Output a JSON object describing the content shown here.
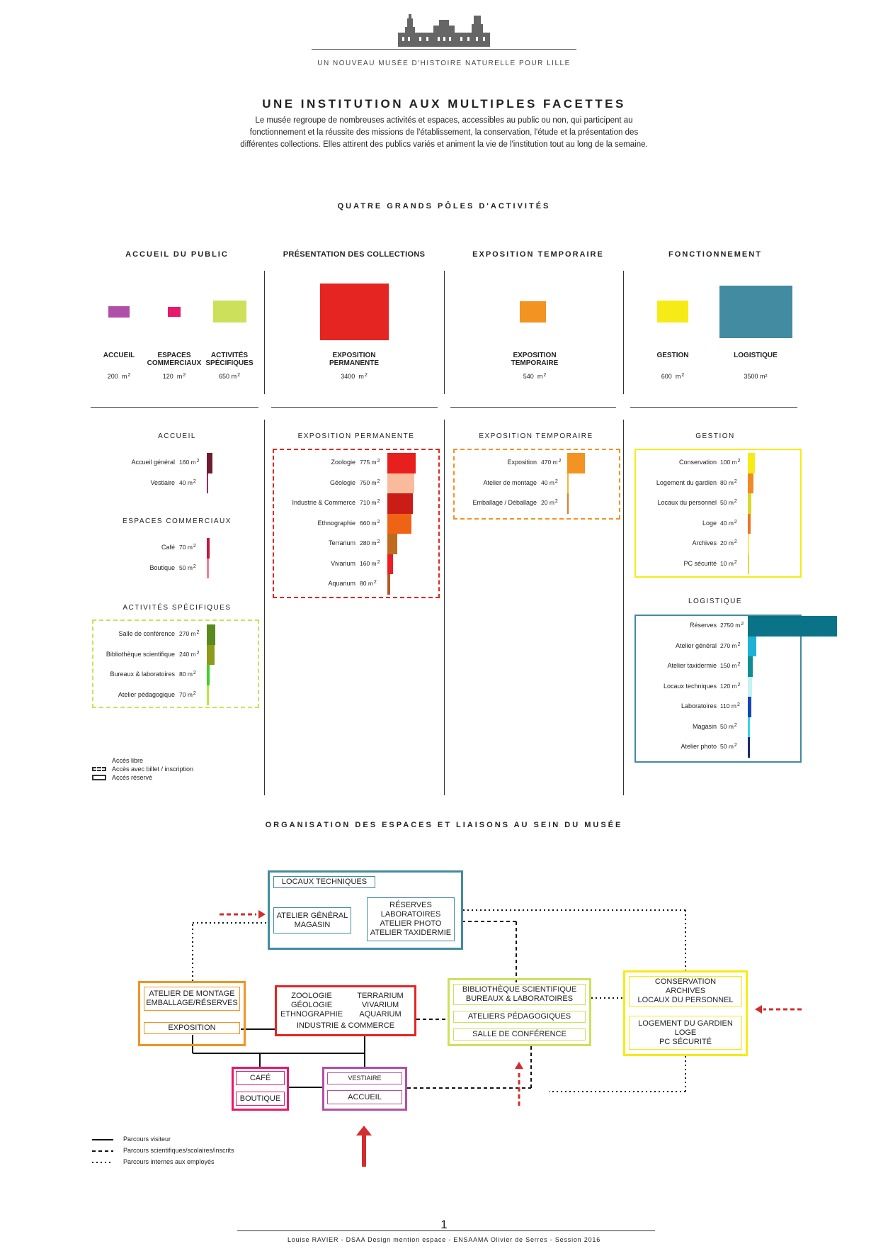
{
  "header": {
    "subtitle": "UN NOUVEAU MUSÉE D'HISTOIRE NATURELLE POUR LILLE"
  },
  "intro": {
    "title": "UNE INSTITUTION AUX MULTIPLES FACETTES",
    "text": "Le musée regroupe de nombreuses activités et espaces, accessibles au public ou non, qui participent au fonctionnement et la réussite des missions de l'établissement, la conservation, l'étude et la présentation des différentes collections. Elles attirent des publics variés et animent la vie de l'institution tout au long de la semaine."
  },
  "poles_title": "QUATRE GRANDS PÔLES D'ACTIVITÉS",
  "poles": [
    {
      "title": "ACCUEIL DU PUBLIC",
      "items": [
        {
          "label": "ACCUEIL",
          "area": "200",
          "unit": "m",
          "color": "#b04fa8"
        },
        {
          "label": "ESPACES COMMERCIAUX",
          "area": "120",
          "unit": "m",
          "color": "#e8196b"
        },
        {
          "label": "ACTIVITÉS SPÉCIFIQUES",
          "area": "650",
          "unit": "m",
          "color": "#cde05c"
        }
      ]
    },
    {
      "title": "PRÉSENTATION DES COLLECTIONS",
      "items": [
        {
          "label": "EXPOSITION PERMANENTE",
          "area": "3400",
          "unit": "m",
          "color": "#e52521"
        }
      ]
    },
    {
      "title": "EXPOSITION TEMPORAIRE",
      "items": [
        {
          "label": "EXPOSITION TEMPORAIRE",
          "area": "540",
          "unit": "m",
          "color": "#f29322"
        }
      ]
    },
    {
      "title": "FONCTIONNEMENT",
      "items": [
        {
          "label": "GESTION",
          "area": "600",
          "unit": "m",
          "color": "#f6eb16"
        },
        {
          "label": "LOGISTIQUE",
          "area": "3500",
          "unit": "m²",
          "color": "#428ba0"
        }
      ]
    }
  ],
  "sup2": "2",
  "details": {
    "accueil": {
      "title": "ACCUEIL",
      "rows": [
        {
          "label": "Accueil général",
          "value": "160 m",
          "size": 160,
          "color": "#6e1d31"
        },
        {
          "label": "Vestiaire",
          "value": "40 m",
          "size": 40,
          "color": "#9b2a6a"
        }
      ]
    },
    "commerciaux": {
      "title": "ESPACES COMMERCIAUX",
      "rows": [
        {
          "label": "Café",
          "value": "70 m",
          "size": 70,
          "color": "#c4183e"
        },
        {
          "label": "Boutique",
          "value": "50 m",
          "size": 50,
          "color": "#f07f94"
        }
      ]
    },
    "specifiques": {
      "title": "ACTIVITÉS SPÉCIFIQUES",
      "rows": [
        {
          "label": "Salle de conférence",
          "value": "270 m",
          "size": 270,
          "color": "#5a8a1e"
        },
        {
          "label": "Bibliothèque scientifique",
          "value": "240 m",
          "size": 240,
          "color": "#8e9a1a"
        },
        {
          "label": "Bureaux & laboratoires",
          "value": "80 m",
          "size": 80,
          "color": "#3fd22a"
        },
        {
          "label": "Atelier pédagogique",
          "value": "70 m",
          "size": 70,
          "color": "#b7e843"
        }
      ]
    },
    "permanente": {
      "title": "EXPOSITION PERMANENTE",
      "rows": [
        {
          "label": "Zoologie",
          "value": "775 m",
          "size": 775,
          "color": "#e8201d"
        },
        {
          "label": "Géologie",
          "value": "750 m",
          "size": 750,
          "color": "#f9bb9b"
        },
        {
          "label": "Industrie & Commerce",
          "value": "710 m",
          "size": 710,
          "color": "#c91d16"
        },
        {
          "label": "Ethnographie",
          "value": "660 m",
          "size": 660,
          "color": "#ef6315"
        },
        {
          "label": "Terrarium",
          "value": "280 m",
          "size": 280,
          "color": "#bf6a1e"
        },
        {
          "label": "Vivarium",
          "value": "160 m",
          "size": 160,
          "color": "#ee1c24"
        },
        {
          "label": "Aquarium",
          "value": "80 m",
          "size": 80,
          "color": "#b55a22"
        }
      ]
    },
    "temporaire": {
      "title": "EXPOSITION TEMPORAIRE",
      "rows": [
        {
          "label": "Exposition",
          "value": "470 m",
          "size": 470,
          "color": "#f29322"
        },
        {
          "label": "Atelier de montage",
          "value": "40 m",
          "size": 40,
          "color": "#f6b53c"
        },
        {
          "label": "Emballage / Déballage",
          "value": "20 m",
          "size": 20,
          "color": "#e07b2a"
        }
      ]
    },
    "gestion": {
      "title": "GESTION",
      "rows": [
        {
          "label": "Conservation",
          "value": "100 m",
          "size": 100,
          "color": "#f6eb16"
        },
        {
          "label": "Logement du gardien",
          "value": "80 m",
          "size": 80,
          "color": "#f08a24"
        },
        {
          "label": "Locaux du personnel",
          "value": "50 m",
          "size": 50,
          "color": "#d7d926"
        },
        {
          "label": "Loge",
          "value": "40 m",
          "size": 40,
          "color": "#ee7622"
        },
        {
          "label": "Archives",
          "value": "20 m",
          "size": 20,
          "color": "#f5e96a"
        },
        {
          "label": "PC sécurité",
          "value": "10 m",
          "size": 10,
          "color": "#e9d24a"
        }
      ]
    },
    "logistique": {
      "title": "LOGISTIQUE",
      "rows": [
        {
          "label": "Réserves",
          "value": "2750 m",
          "size": 2750,
          "color": "#0a7387"
        },
        {
          "label": "Atelier général",
          "value": "270 m",
          "size": 270,
          "color": "#1cb2d5"
        },
        {
          "label": "Atelier taxidermie",
          "value": "150 m",
          "size": 150,
          "color": "#118e94"
        },
        {
          "label": "Locaux techniques",
          "value": "120 m",
          "size": 120,
          "color": "#c3f2f4"
        },
        {
          "label": "Laboratoires",
          "value": "110 m",
          "size": 110,
          "color": "#1446b8"
        },
        {
          "label": "Magasin",
          "value": "50 m",
          "size": 50,
          "color": "#39d3e6"
        },
        {
          "label": "Atelier photo",
          "value": "50 m",
          "size": 50,
          "color": "#1e2a66"
        }
      ]
    }
  },
  "access_legend": [
    "Accès libre",
    "Accès avec billet / inscription",
    "Accès réservé"
  ],
  "org": {
    "title": "ORGANISATION DES ESPACES ET LIAISONS AU SEIN DU MUSÉE",
    "logistique": {
      "locaux": "LOCAUX TECHNIQUES",
      "atelier": "ATELIER GÉNÉRAL\nMAGASIN",
      "reserves": "RÉSERVES\nLABORATOIRES\nATELIER PHOTO\nATELIER TAXIDERMIE"
    },
    "temp": {
      "montage": "ATELIER DE MONTAGE\nEMBALLAGE/RÉSERVES",
      "expo": "EXPOSITION"
    },
    "perm": {
      "left": "ZOOLOGIE\nGÉOLOGIE\nETHNOGRAPHIE",
      "right": "TERRARIUM\nVIVARIUM\nAQUARIUM",
      "bottom": "INDUSTRIE & COMMERCE"
    },
    "spec": {
      "biblio": "BIBLIOTHÈQUE SCIENTIFIQUE\nBUREAUX & LABORATOIRES",
      "ateliers": "ATELIERS PÉDAGOGIQUES",
      "salle": "SALLE DE CONFÉRENCE"
    },
    "gestion": {
      "top": "CONSERVATION\nARCHIVES\nLOCAUX DU PERSONNEL",
      "bottom": "LOGEMENT DU GARDIEN\nLOGE\nPC SÉCURITÉ"
    },
    "commerce": {
      "cafe": "CAFÉ",
      "boutique": "BOUTIQUE"
    },
    "accueil": {
      "vestiaire": "VESTIAIRE",
      "accueil": "ACCUEIL"
    },
    "legend": [
      "Parcours visiteur",
      "Parcours scientifiques/scolaires/inscrits",
      "Parcours internes aux employés"
    ]
  },
  "footer": {
    "page": "1",
    "credits": "Louise RAVIER - DSAA Design mention espace - ENSAAMA Olivier de Serres - Session 2016"
  }
}
